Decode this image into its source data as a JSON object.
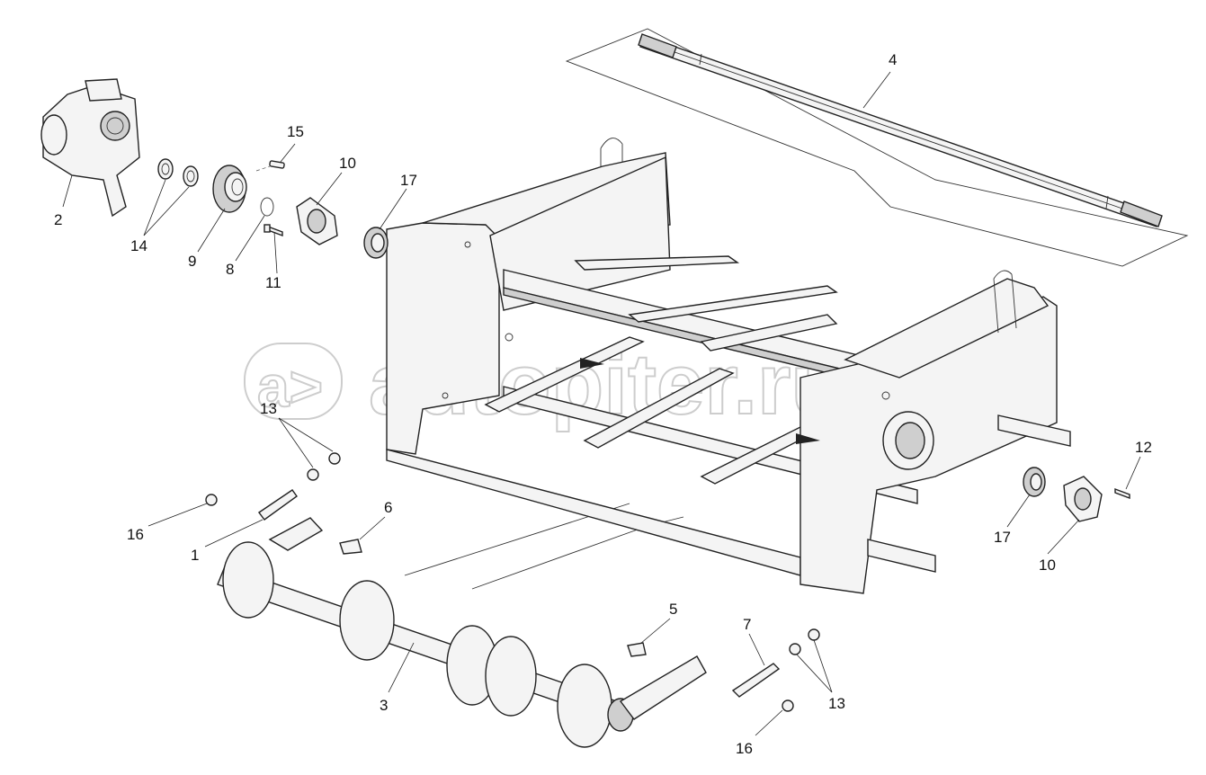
{
  "watermark": {
    "text": "autopiter.ru",
    "logo_mark": "a>"
  },
  "callouts": [
    {
      "id": "c1",
      "label": "1"
    },
    {
      "id": "c2",
      "label": "2"
    },
    {
      "id": "c3",
      "label": "3"
    },
    {
      "id": "c4",
      "label": "4"
    },
    {
      "id": "c5",
      "label": "5"
    },
    {
      "id": "c6",
      "label": "6"
    },
    {
      "id": "c7",
      "label": "7"
    },
    {
      "id": "c8",
      "label": "8"
    },
    {
      "id": "c9",
      "label": "9"
    },
    {
      "id": "c10a",
      "label": "10"
    },
    {
      "id": "c10b",
      "label": "10"
    },
    {
      "id": "c11",
      "label": "11"
    },
    {
      "id": "c12",
      "label": "12"
    },
    {
      "id": "c13a",
      "label": "13"
    },
    {
      "id": "c13b",
      "label": "13"
    },
    {
      "id": "c14",
      "label": "14"
    },
    {
      "id": "c15",
      "label": "15"
    },
    {
      "id": "c16a",
      "label": "16"
    },
    {
      "id": "c16b",
      "label": "16"
    },
    {
      "id": "c17a",
      "label": "17"
    },
    {
      "id": "c17b",
      "label": "17"
    }
  ]
}
